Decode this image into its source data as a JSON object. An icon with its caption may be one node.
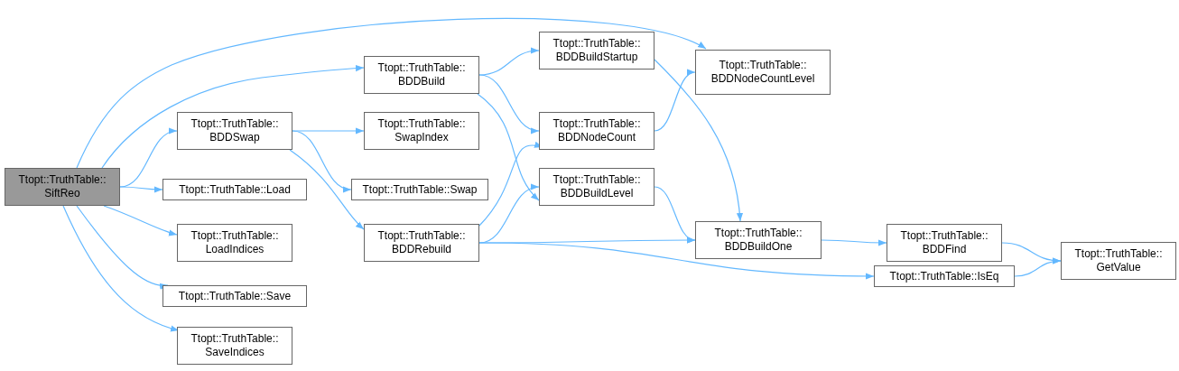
{
  "diagram": {
    "nodes": [
      {
        "text": [
          "Ttopt::TruthTable:: SiftReo"
        ]
      },
      {
        "text": [
          "Ttopt::TruthTable:: BDDNodeCountLevel"
        ]
      },
      {
        "text": [
          "Ttopt::TruthTable:: BDDBuild"
        ]
      },
      {
        "text": [
          "Ttopt::TruthTable:: BDDSwap"
        ]
      },
      {
        "text": [
          "Ttopt::TruthTable:: BDDBuildStartup"
        ]
      },
      {
        "text": [
          "Ttopt::TruthTable:: BDDNodeCount"
        ]
      },
      {
        "text": [
          "Ttopt::TruthTable:: SwapIndex"
        ]
      },
      {
        "text": [
          "Ttopt::TruthTable::Swap"
        ]
      },
      {
        "text": [
          "Ttopt::TruthTable::Load"
        ]
      },
      {
        "text": [
          "Ttopt::TruthTable:: BDDBuildLevel"
        ]
      },
      {
        "text": [
          "Ttopt::TruthTable:: BDDBuildOne"
        ]
      },
      {
        "text": [
          "Ttopt::TruthTable:: LoadIndices"
        ]
      },
      {
        "text": [
          "Ttopt::TruthTable:: BDDRebuild"
        ]
      },
      {
        "text": [
          "Ttopt::TruthTable:: BDDFind"
        ]
      },
      {
        "text": [
          "Ttopt::TruthTable:: GetValue"
        ]
      },
      {
        "text": [
          "Ttopt::TruthTable::IsEq"
        ]
      },
      {
        "text": [
          "Ttopt::TruthTable::Save"
        ]
      },
      {
        "text": [
          "Ttopt::TruthTable:: SaveIndices"
        ]
      }
    ],
    "edges": [
      {
        "from": 0,
        "to": 1,
        "arrow": "to"
      },
      {
        "from": 0,
        "to": 2,
        "arrow": "to"
      },
      {
        "from": 0,
        "to": 3,
        "arrow": "to"
      },
      {
        "from": 0,
        "to": 8,
        "arrow": "to"
      },
      {
        "from": 0,
        "to": 11,
        "arrow": "to"
      },
      {
        "from": 0,
        "to": 16,
        "arrow": "to"
      },
      {
        "from": 0,
        "to": 17,
        "arrow": "to"
      },
      {
        "from": 2,
        "to": 4,
        "arrow": "to"
      },
      {
        "from": 2,
        "to": 5,
        "arrow": "to"
      },
      {
        "from": 2,
        "to": 9,
        "arrow": "to"
      },
      {
        "from": 4,
        "to": 10,
        "arrow": "to"
      },
      {
        "from": 5,
        "to": 1,
        "arrow": "to"
      },
      {
        "from": 3,
        "to": 6,
        "arrow": "to"
      },
      {
        "from": 3,
        "to": 7,
        "arrow": "to"
      },
      {
        "from": 3,
        "to": 12,
        "arrow": "to"
      },
      {
        "from": 12,
        "to": 5,
        "arrow": "to"
      },
      {
        "from": 12,
        "to": 9,
        "arrow": "to"
      },
      {
        "from": 12,
        "to": 10,
        "arrow": "to"
      },
      {
        "from": 12,
        "to": 15,
        "arrow": "to"
      },
      {
        "from": 9,
        "to": 10,
        "arrow": "to"
      },
      {
        "from": 10,
        "to": 13,
        "arrow": "to"
      },
      {
        "from": 13,
        "to": 14,
        "arrow": "to"
      },
      {
        "from": 15,
        "to": 14,
        "arrow": "to"
      }
    ]
  }
}
